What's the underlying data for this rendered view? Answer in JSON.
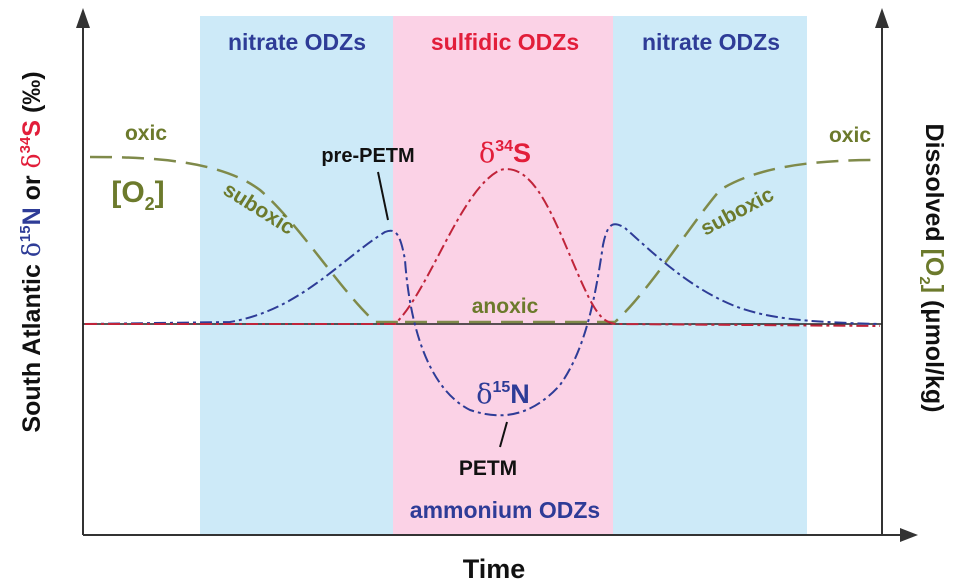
{
  "colors": {
    "nitrate_band": "#cdeaf8",
    "sulfidic_band": "#fbd2e6",
    "nitrate_text": "#2e3c97",
    "sulfidic_text": "#e21e3a",
    "nitrogen": "#2e3c97",
    "sulfur": "#c0243a",
    "oxygen": "#7f8a4a",
    "oxygen_text": "#6c7a2c",
    "black": "#111111"
  },
  "zones": {
    "nitrate_left": "nitrate ODZs",
    "sulfidic": "sulfidic ODZs",
    "nitrate_right": "nitrate ODZs",
    "ammonium": "ammonium ODZs"
  },
  "axes": {
    "x_label": "Time",
    "y_left": {
      "part1": "South Atlantic ",
      "delta_n": "δ",
      "sup_n": "15",
      "n": "N",
      "or": " or ",
      "delta_s": "δ",
      "sup_s": "34",
      "s": "S",
      "unit": " (‰)"
    },
    "y_right": {
      "part1": "Dissolved ",
      "o2_open": "[O",
      "o2_sub": "2",
      "o2_close": "]",
      "unit": " (μmol/kg)"
    }
  },
  "labels": {
    "oxic_left": "oxic",
    "oxic_right": "oxic",
    "o2_open": "[O",
    "o2_sub": "2",
    "o2_close": "]",
    "suboxic_left": "suboxic",
    "suboxic_right": "suboxic",
    "anoxic": "anoxic",
    "pre_petm": "pre-PETM",
    "petm": "PETM",
    "d34s_delta": "δ",
    "d34s_sup": "34",
    "d34s_s": "S",
    "d15n_delta": "δ",
    "d15n_sup": "15",
    "d15n_n": "N"
  }
}
